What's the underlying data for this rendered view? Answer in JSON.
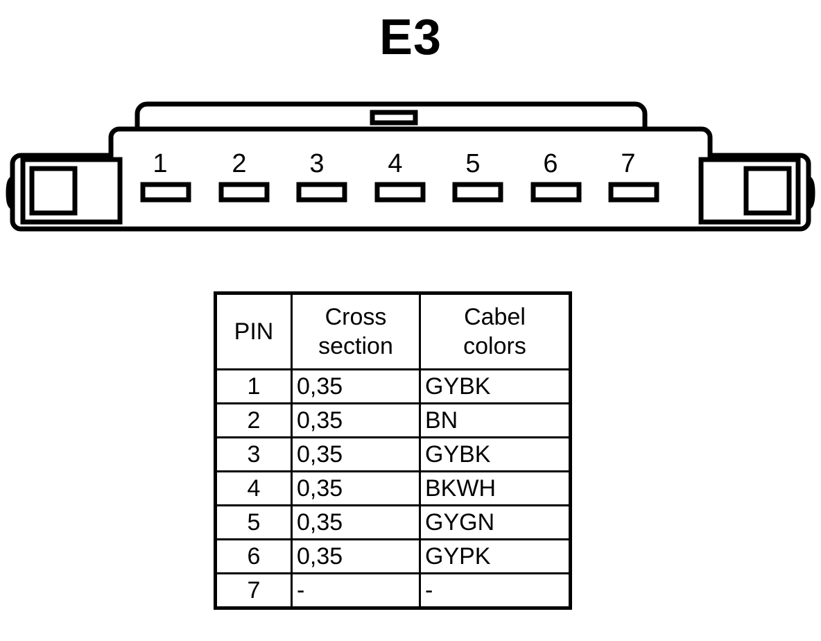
{
  "title": "E3",
  "connector": {
    "name": "7-way automotive connector front view",
    "pin_count": 7,
    "pin_numbers": [
      "1",
      "2",
      "3",
      "4",
      "5",
      "6",
      "7"
    ],
    "latch_slot": "latch-slot",
    "left_ear": "left-locking-ear",
    "right_ear": "right-locking-ear",
    "stroke_color": "#000000",
    "fill_color": "#ffffff"
  },
  "table": {
    "headers": [
      "PIN",
      "Cross section",
      "Cabel colors"
    ],
    "header_lines": {
      "pin": [
        "PIN"
      ],
      "cross": [
        "Cross",
        "section"
      ],
      "colors": [
        "Cabel",
        "colors"
      ]
    },
    "rows": [
      {
        "pin": "1",
        "cross_section": "0,35",
        "cable_colors": "GYBK"
      },
      {
        "pin": "2",
        "cross_section": "0,35",
        "cable_colors": "BN"
      },
      {
        "pin": "3",
        "cross_section": "0,35",
        "cable_colors": "GYBK"
      },
      {
        "pin": "4",
        "cross_section": "0,35",
        "cable_colors": "BKWH"
      },
      {
        "pin": "5",
        "cross_section": "0,35",
        "cable_colors": "GYGN"
      },
      {
        "pin": "6",
        "cross_section": "0,35",
        "cable_colors": "GYPK"
      },
      {
        "pin": "7",
        "cross_section": "-",
        "cable_colors": "-"
      }
    ]
  }
}
